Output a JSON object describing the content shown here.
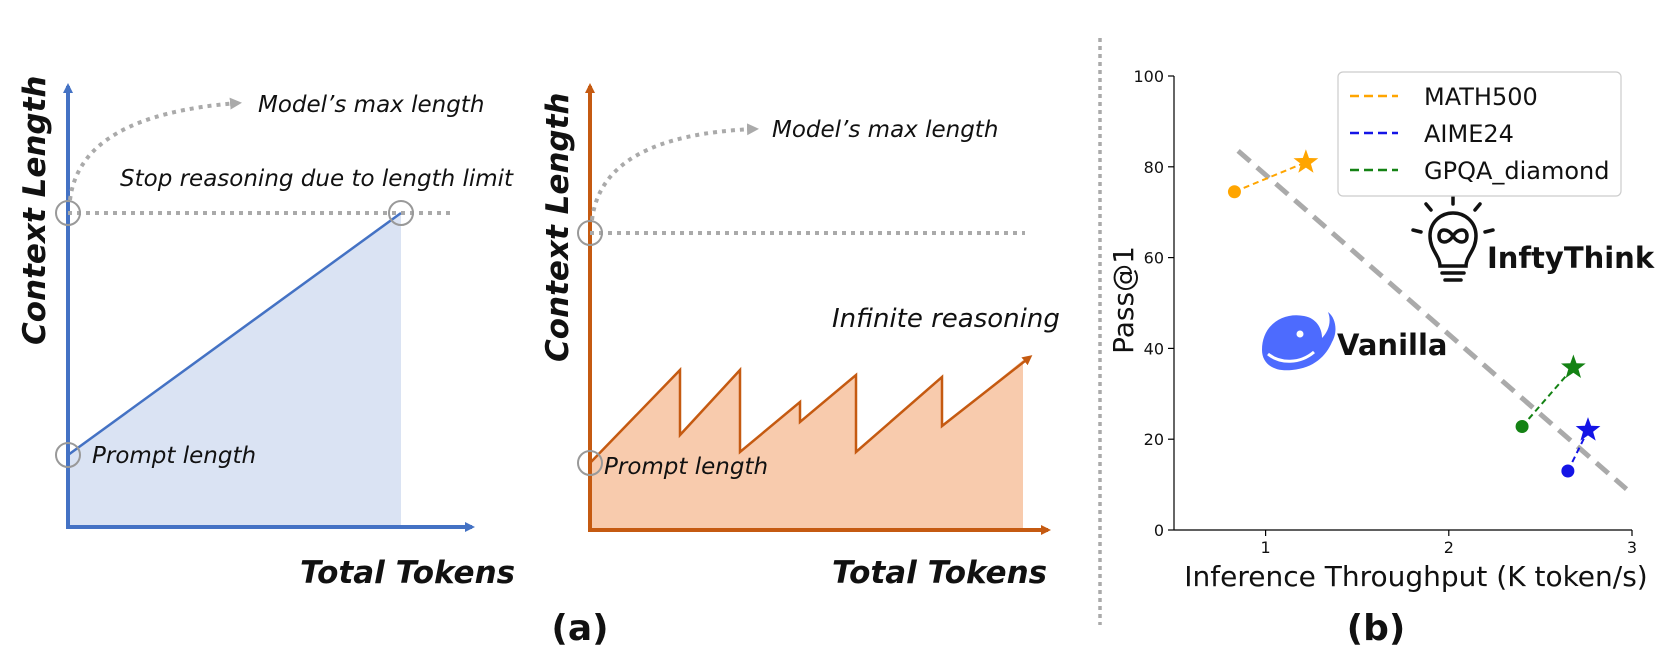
{
  "panel_a": {
    "caption": "(a)",
    "left": {
      "ylabel": "Context Length",
      "xlabel": "Total Tokens",
      "max_label": "Model’s max length",
      "stop_label": "Stop reasoning due to length limit",
      "prompt_label": "Prompt length"
    },
    "right": {
      "ylabel": "Context Length",
      "xlabel": "Total Tokens",
      "max_label": "Model’s max length",
      "infinite_label": "Infinite reasoning",
      "prompt_label": "Prompt length"
    },
    "colors": {
      "left_axis": "#4472c4",
      "left_fill": "#dae3f3",
      "right_axis": "#c55a11",
      "right_fill": "#f8cbad",
      "guide": "#aaaaaa"
    }
  },
  "panel_b": {
    "caption": "(b)",
    "vanilla_label": "Vanilla",
    "inftythink_label": "InftyThink",
    "vanilla_icon": "whale-icon",
    "inftythink_icon": "lightbulb-infinity-icon",
    "chart_data": {
      "type": "scatter",
      "xlabel": "Inference Throughput (K token/s)",
      "ylabel": "Pass@1",
      "xlim": [
        0.5,
        3.0
      ],
      "ylim": [
        0,
        100
      ],
      "xticks": [
        1,
        2,
        3
      ],
      "yticks": [
        0,
        20,
        40,
        60,
        80,
        100
      ],
      "grid": false,
      "legend_placement": "top-right",
      "series": [
        {
          "name": "MATH500",
          "color": "#ffa500",
          "vanilla": [
            0.83,
            74.5
          ],
          "inftythink": [
            1.22,
            81.0
          ]
        },
        {
          "name": "AIME24",
          "color": "#1414e6",
          "vanilla": [
            2.65,
            13.0
          ],
          "inftythink": [
            2.76,
            22.0
          ]
        },
        {
          "name": "GPQA_diamond",
          "color": "#148214",
          "vanilla": [
            2.4,
            22.8
          ],
          "inftythink": [
            2.68,
            35.8
          ]
        }
      ],
      "trend_line": {
        "from": [
          0.85,
          83.5
        ],
        "to": [
          2.97,
          9.0
        ],
        "color": "#aaaaaa"
      }
    }
  }
}
